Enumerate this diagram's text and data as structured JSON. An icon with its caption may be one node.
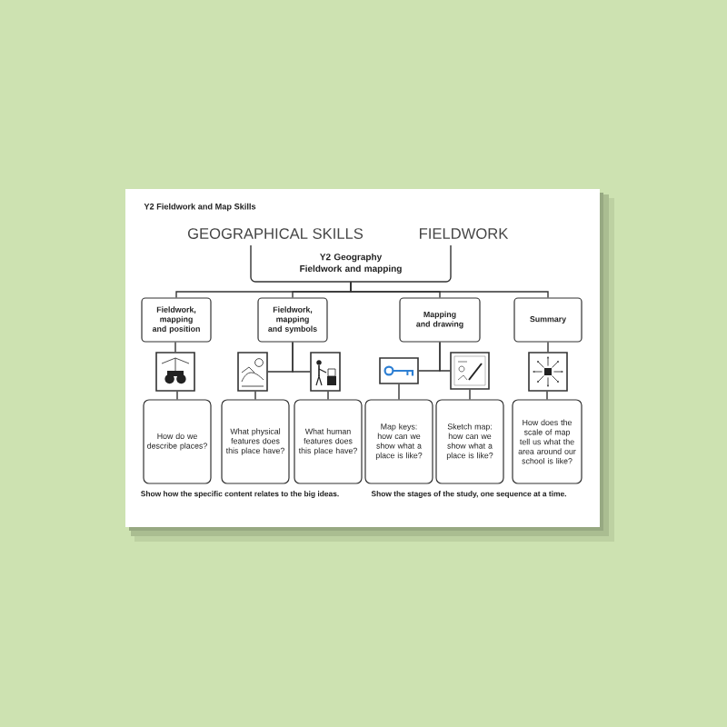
{
  "diagram": {
    "title": "Y2 Fieldwork and Map Skills",
    "nodes": [
      {
        "text": [
          "Y2 Geography",
          "Fieldwork and mapping"
        ]
      },
      {
        "text": [
          "Fieldwork, mapping and position"
        ]
      },
      {
        "text": [
          "Fieldwork, mapping and symbols"
        ]
      },
      {
        "text": [
          "Mapping and drawing"
        ]
      },
      {
        "text": [
          "Summary"
        ]
      },
      {
        "text": [],
        "shape": "picture"
      },
      {
        "text": [],
        "shape": "picture"
      },
      {
        "text": [],
        "shape": "picture"
      },
      {
        "text": [],
        "shape": "picture"
      },
      {
        "text": [],
        "shape": "picture"
      },
      {
        "text": [],
        "shape": "picture"
      },
      {
        "text": [
          "How do we describe places?"
        ]
      },
      {
        "text": [
          "What physical features does this place have?"
        ]
      },
      {
        "text": [
          "What human features does this place have?"
        ]
      },
      {
        "text": [
          "Map keys: how can we show what a place is like?"
        ]
      },
      {
        "text": [
          "Sketch map: how can we show what a place is like?"
        ]
      },
      {
        "text": [
          "How does the scale of map tell us what the area around our school is like?"
        ]
      }
    ],
    "edges": [
      {
        "from": 0,
        "to": 1,
        "arrow": "none"
      },
      {
        "from": 0,
        "to": 2,
        "arrow": "none"
      },
      {
        "from": 0,
        "to": 3,
        "arrow": "none"
      },
      {
        "from": 0,
        "to": 4,
        "arrow": "none"
      },
      {
        "from": 1,
        "to": 5,
        "arrow": "none"
      },
      {
        "from": 2,
        "to": 6,
        "arrow": "none"
      },
      {
        "from": 2,
        "to": 7,
        "arrow": "none"
      },
      {
        "from": 3,
        "to": 8,
        "arrow": "none"
      },
      {
        "from": 3,
        "to": 9,
        "arrow": "none"
      },
      {
        "from": 4,
        "to": 10,
        "arrow": "none"
      },
      {
        "from": 5,
        "to": 11,
        "arrow": "none"
      },
      {
        "from": 6,
        "to": 12,
        "arrow": "none"
      },
      {
        "from": 7,
        "to": 13,
        "arrow": "none"
      },
      {
        "from": 8,
        "to": 14,
        "arrow": "none"
      },
      {
        "from": 9,
        "to": 15,
        "arrow": "none"
      },
      {
        "from": 10,
        "to": 16,
        "arrow": "none"
      }
    ],
    "labels": [
      "GEOGRAPHICAL SKILLS",
      "FIELDWORK",
      "Show how the specific content relates to the big ideas.",
      "Show the stages of the study, one sequence at a time."
    ]
  }
}
